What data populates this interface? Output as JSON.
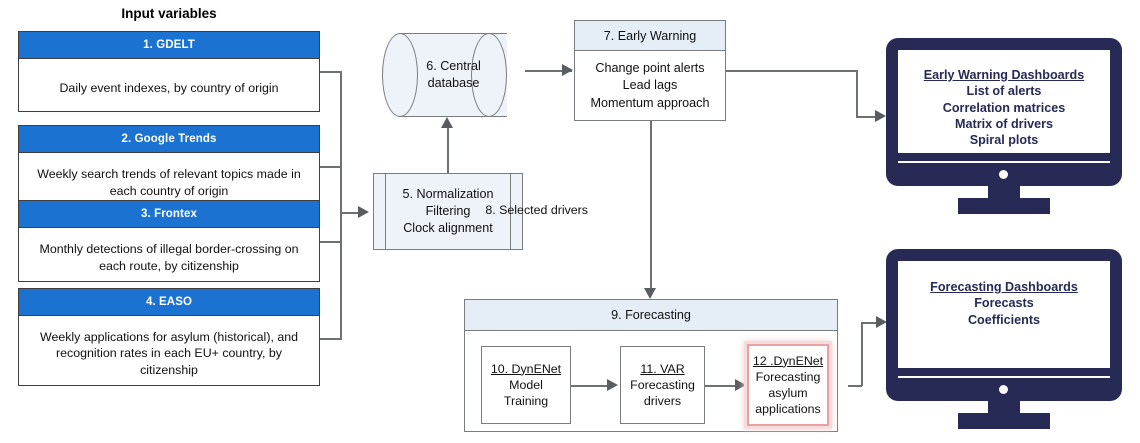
{
  "diagram": {
    "title": "Input variables",
    "sources": [
      {
        "id": "1",
        "header": "1. GDELT",
        "body": "Daily event indexes, by country of origin"
      },
      {
        "id": "2",
        "header": "2. Google Trends",
        "body": "Weekly search trends of relevant topics made in each country of origin"
      },
      {
        "id": "3",
        "header": "3. Frontex",
        "body": "Monthly detections of illegal border-crossing on each route, by citizenship"
      },
      {
        "id": "4",
        "header": "4. EASO",
        "body": "Weekly applications for asylum (historical), and recognition rates in each EU+ country, by citizenship"
      }
    ],
    "preprocess": {
      "line1": "5. Normalization",
      "line2": "Filtering",
      "line3": "Clock alignment"
    },
    "database": {
      "line1": "6. Central",
      "line2": "database"
    },
    "early_warning": {
      "header": "7. Early Warning",
      "line1": "Change point alerts",
      "line2": "Lead lags",
      "line3": "Momentum approach"
    },
    "selected_drivers_label": "8. Selected drivers",
    "forecasting": {
      "header": "9. Forecasting",
      "boxes": [
        {
          "title": "10. DynENet",
          "lines": [
            "Model",
            "Training"
          ]
        },
        {
          "title": "11. VAR",
          "lines": [
            "Forecasting",
            "drivers"
          ]
        },
        {
          "title": "12 .DynENet",
          "lines": [
            "Forecasting",
            "asylum",
            "applications"
          ]
        }
      ]
    },
    "dashboards": [
      {
        "title": "Early Warning Dashboards",
        "lines": [
          "List of alerts",
          "Correlation matrices",
          "Matrix of drivers",
          "Spiral plots"
        ]
      },
      {
        "title": "Forecasting Dashboards",
        "lines": [
          "Forecasts",
          "Coefficients"
        ]
      }
    ],
    "colors": {
      "source_header": "#1b72d0",
      "panel_header": "#e5edf7",
      "process_fill": "#eef3fa",
      "monitor": "#262a55",
      "accent_highlight": "#e8a0a0",
      "connector": "#6e7174"
    }
  }
}
